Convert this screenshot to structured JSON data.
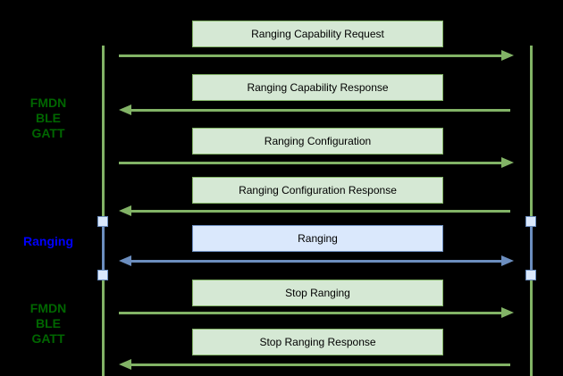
{
  "diagram": {
    "type": "sequence-diagram",
    "background": "#000000",
    "phases": [
      {
        "id": "gatt-1",
        "color_name": "green",
        "lines": [
          "FMDN",
          "BLE",
          "GATT"
        ]
      },
      {
        "id": "ranging",
        "color_name": "blue",
        "lines": [
          "Ranging"
        ]
      },
      {
        "id": "gatt-2",
        "color_name": "green",
        "lines": [
          "FMDN",
          "BLE",
          "GATT"
        ]
      }
    ],
    "messages": [
      {
        "label": "Ranging Capability Request",
        "direction": "right",
        "channel": "gatt"
      },
      {
        "label": "Ranging Capability Response",
        "direction": "left",
        "channel": "gatt"
      },
      {
        "label": "Ranging Configuration",
        "direction": "right",
        "channel": "gatt"
      },
      {
        "label": "Ranging Configuration Response",
        "direction": "left",
        "channel": "gatt"
      },
      {
        "label": "Ranging",
        "direction": "both",
        "channel": "ranging"
      },
      {
        "label": "Stop Ranging",
        "direction": "right",
        "channel": "gatt"
      },
      {
        "label": "Stop Ranging Response",
        "direction": "left",
        "channel": "gatt"
      }
    ],
    "colors": {
      "green_fill": "#d5e8d4",
      "green_stroke": "#82b366",
      "blue_fill": "#dae8fc",
      "blue_stroke": "#6c8ebf",
      "gatt_label_text": "#006600",
      "ranging_label_text": "#0000ff",
      "box_text": "#000000",
      "background": "#000000"
    }
  }
}
